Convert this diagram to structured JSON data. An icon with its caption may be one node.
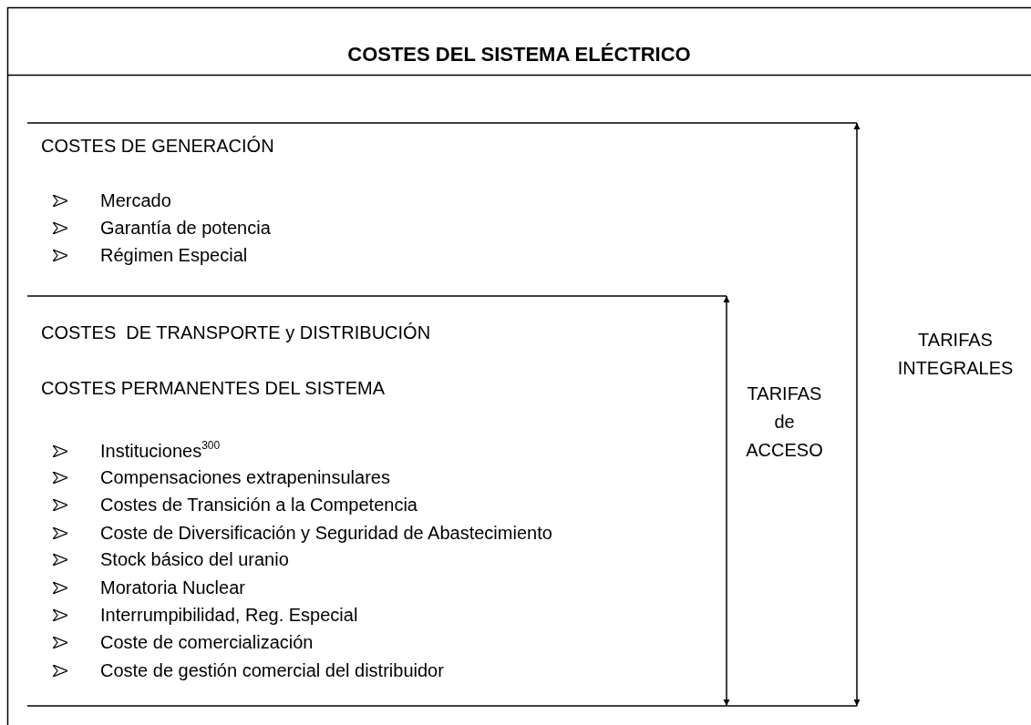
{
  "diagram": {
    "title": "COSTES DEL SISTEMA ELÉCTRICO",
    "labels": [
      "COSTES DE GENERACIÓN",
      "Mercado",
      "Garantía de potencia",
      "Régimen Especial",
      "COSTES  DE TRANSPORTE y DISTRIBUCIÓN",
      "COSTES PERMANENTES DEL SISTEMA",
      "Instituciones$^{300}$",
      "Compensaciones extrapeninsulares",
      "Costes de Transición a la Competencia",
      "Coste de Diversificación y Seguridad de Abastecimiento",
      "Stock básico del uranio",
      "Moratoria Nuclear",
      "Interrumpibilidad, Reg. Especial",
      "Coste de comercialización",
      "Coste de gestión comercial del distribuidor",
      "TARIFAS de ACCESO",
      "TARIFAS INTEGRALES"
    ]
  }
}
